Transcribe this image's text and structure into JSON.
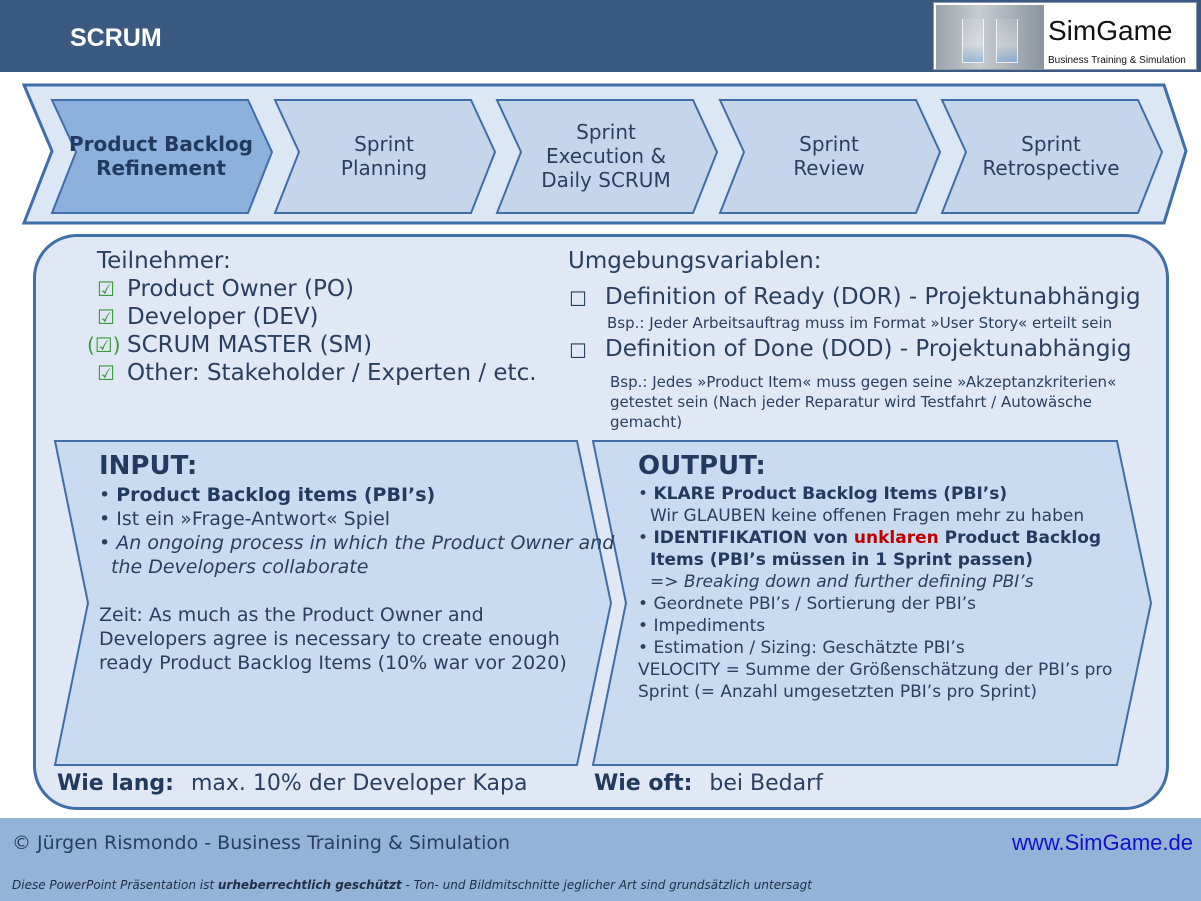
{
  "header": {
    "title": "SCRUM"
  },
  "logo": {
    "name": "SimGame",
    "tagline": "Business Training & Simulation"
  },
  "process_steps": [
    {
      "lines": [
        "Product Backlog",
        "Refinement"
      ],
      "active": true
    },
    {
      "lines": [
        "Sprint",
        "Planning"
      ],
      "active": false
    },
    {
      "lines": [
        "Sprint",
        "Execution &",
        "Daily SCRUM"
      ],
      "active": false
    },
    {
      "lines": [
        "Sprint",
        "Review"
      ],
      "active": false
    },
    {
      "lines": [
        "Sprint",
        "Retrospective"
      ],
      "active": false
    }
  ],
  "participants": {
    "heading": "Teilnehmer:",
    "items": [
      {
        "mark": "☑",
        "label": "Product Owner (PO)"
      },
      {
        "mark": "☑",
        "label": "Developer (DEV)"
      },
      {
        "mark": "(☑)",
        "label": "SCRUM MASTER (SM)"
      },
      {
        "mark": "☑",
        "label": "Other: Stakeholder / Experten / etc."
      }
    ]
  },
  "environment": {
    "heading": "Umgebungsvariablen:",
    "items": [
      {
        "label": "Definition of Ready (DOR) - Projektunabhängig",
        "example": [
          "Bsp.: Jeder Arbeitsauftrag muss im Format »User Story« erteilt sein"
        ]
      },
      {
        "label": "Definition of Done (DOD) - Projektunabhängig",
        "example": [
          "Bsp.: Jedes »Product Item« muss gegen seine »Akzeptanzkriterien«",
          "getestet sein (Nach jeder Reparatur wird Testfahrt / Autowäsche",
          "gemacht)"
        ]
      }
    ]
  },
  "input": {
    "title": "INPUT:",
    "bullet1": "Product Backlog items (PBI’s)",
    "bullet2": "Ist ein »Frage-Antwort« Spiel",
    "bullet3": [
      "An ongoing process in which the Product Owner and",
      "the Developers collaborate"
    ],
    "time": [
      "Zeit: As much as the Product Owner and",
      "Developers agree is necessary to create enough",
      "ready Product Backlog Items (10% war vor 2020)"
    ]
  },
  "output": {
    "title": "OUTPUT:",
    "b1_bold": "KLARE Product Backlog Items (PBI’s)",
    "b1_text": "Wir GLAUBEN keine offenen Fragen mehr zu haben",
    "b2_pre": "IDENTIFIKATION von ",
    "b2_red": "unklaren",
    "b2_post": " Product Backlog",
    "b2_line2": "Items (PBI’s müssen in 1 Sprint passen)",
    "b2_arrow": "=> ",
    "b2_italic": "Breaking down and further defining PBI’s",
    "b3": "Geordnete PBI’s / Sortierung der PBI’s",
    "b4": "Impediments",
    "b5": "Estimation / Sizing: Geschätzte PBI’s",
    "velocity": [
      "VELOCITY = Summe der Größenschätzung der PBI’s pro",
      "Sprint (= Anzahl umgesetzten PBI’s pro Sprint)"
    ]
  },
  "duration": {
    "label": "Wie lang:",
    "value": "max. 10% der Developer Kapa"
  },
  "frequency": {
    "label": "Wie oft:",
    "value": "bei Bedarf"
  },
  "footer": {
    "copyright": "© Jürgen Rismondo - Business Training & Simulation",
    "website": "www.SimGame.de",
    "disclaimer_pre": "Diese PowerPoint Präsentation ist ",
    "disclaimer_bold": "urheberrechtlich geschützt",
    "disclaimer_post": " - Ton- und Bildmitschnitte jeglicher Art sind grundsätzlich untersagt"
  },
  "colors": {
    "header_bg": "#3a5a82",
    "active_step": "#8eb0dd",
    "inactive_step": "#c5d6ec",
    "panel_fill": "#c9dbf1",
    "accent_red": "#c00000",
    "check_green": "#3a9a3a",
    "footer_bg": "#95b3d7"
  }
}
